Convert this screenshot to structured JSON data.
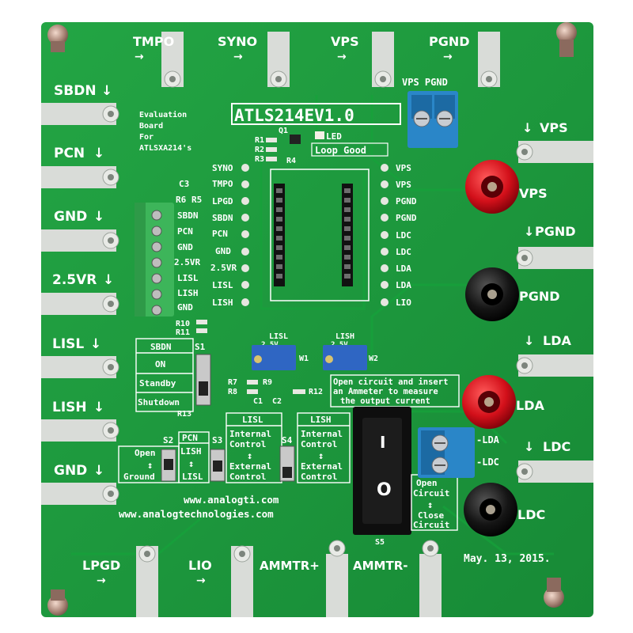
{
  "board": {
    "title": "ATLS214EV1.0",
    "subtitle": "Evaluation Board For ATLSXA214's",
    "subtitle_lines": [
      "Evaluation",
      "Board",
      "For",
      "ATLSXA214's"
    ],
    "website1": "www.analogti.com",
    "website2": "www.analogtechnologies.com",
    "date": "May. 13, 2015.",
    "colors": {
      "pcb": "#1e9e3e",
      "pad": "#d9dcd8",
      "silk": "#ffffff",
      "terminal_blue": "#2a86c8",
      "terminal_green": "#3db55a"
    }
  },
  "top_pads": [
    {
      "label": "TMPO",
      "arrow": "→"
    },
    {
      "label": "SYNO",
      "arrow": "→"
    },
    {
      "label": "VPS",
      "arrow": "→"
    },
    {
      "label": "PGND",
      "arrow": "→"
    }
  ],
  "left_pads": [
    {
      "label": "SBDN",
      "arrow": "↓"
    },
    {
      "label": "PCN",
      "arrow": "↓"
    },
    {
      "label": "GND",
      "arrow": "↓"
    },
    {
      "label": "2.5VR",
      "arrow": "↓"
    },
    {
      "label": "LISL",
      "arrow": "↓"
    },
    {
      "label": "LISH",
      "arrow": "↓"
    },
    {
      "label": "GND",
      "arrow": "↓"
    }
  ],
  "right_pads": [
    {
      "label": "VPS",
      "arrow": "↓"
    },
    {
      "label": "PGND",
      "arrow": "↓"
    },
    {
      "label": "LDA",
      "arrow": "↓"
    },
    {
      "label": "LDC",
      "arrow": "↓"
    }
  ],
  "bottom_pads": [
    {
      "label": "LPGD",
      "arrow": "→"
    },
    {
      "label": "LIO",
      "arrow": "→"
    },
    {
      "label": "AMMTR+",
      "arrow": ""
    },
    {
      "label": "AMMTR-",
      "arrow": ""
    }
  ],
  "binding_posts": [
    {
      "label": "VPS",
      "color": "red"
    },
    {
      "label": "PGND",
      "color": "black"
    },
    {
      "label": "LDA",
      "color": "red"
    },
    {
      "label": "LDC",
      "color": "black"
    }
  ],
  "left_pins": [
    "SYNO",
    "TMPO",
    "LPGD",
    "SBDN",
    "PCN",
    "GND",
    "2.5VR",
    "LISL",
    "LISH"
  ],
  "right_pins": [
    "VPS",
    "VPS",
    "PGND",
    "PGND",
    "LDC",
    "LDC",
    "LDA",
    "LDA",
    "LIO"
  ],
  "green_terminal": [
    "SBDN",
    "PCN",
    "GND",
    "2.5VR",
    "LISL",
    "LISH",
    "GND"
  ],
  "components": {
    "q1": "Q1",
    "led": "LED",
    "loop_good": "Loop Good",
    "r1": "R1",
    "r2": "R2",
    "r3": "R3",
    "r4": "R4",
    "c3": "C3",
    "r6": "R6",
    "r5": "R5",
    "r10": "R10",
    "r11": "R11",
    "r7": "R7",
    "r8": "R8",
    "r9": "R9",
    "r12": "R12",
    "r13": "R13",
    "c1": "C1",
    "c2": "C2",
    "w1": "W1",
    "w2": "W2",
    "pot_label_l": "LISL",
    "pot_label_h": "LISH",
    "pot_small": "2.5V",
    "vps_pgnd_terminal": "VPS PGND",
    "ld_terminal_a": "-LDA",
    "ld_terminal_c": "-LDC"
  },
  "s1_box": {
    "title": "SBDN",
    "switch": "S1",
    "options": [
      "ON",
      "Standby",
      "Shutdown"
    ]
  },
  "s2_box": {
    "switch": "S2",
    "top": "Open",
    "arrow": "↕",
    "bottom": "Ground"
  },
  "s3_box": {
    "title": "PCN",
    "switch": "S3",
    "top": "LISH",
    "arrow": "↕",
    "bottom": "LISL"
  },
  "lisl_box": {
    "title": "LISL",
    "line1": "Internal",
    "line2": "Control",
    "arrow": "↕",
    "line3": "External",
    "line4": "Control"
  },
  "lish_box": {
    "title": "LISH",
    "switch": "S4",
    "line1": "Internal",
    "line2": "Control",
    "arrow": "↕",
    "line3": "External",
    "line4": "Control"
  },
  "ammeter_note": [
    "Open circuit and insert",
    "an Ammeter to measure",
    "the output current"
  ],
  "s5": {
    "switch": "S5",
    "rocker_on": "I",
    "rocker_off": "O",
    "line1": "Open",
    "line2": "Circuit",
    "arrow": "↕",
    "line3": "Close",
    "line4": "Circuit"
  }
}
